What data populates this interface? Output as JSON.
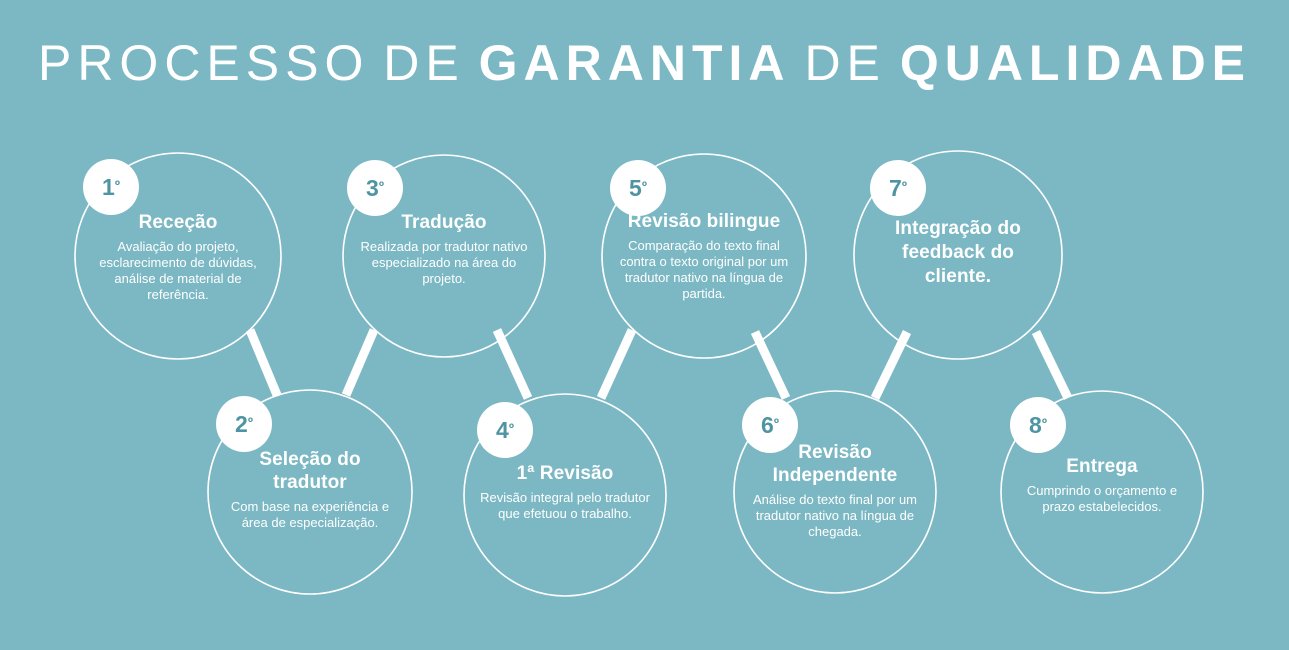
{
  "meta": {
    "background_color": "#7bb8c4",
    "accent_color": "#ffffff",
    "badge_text_color": "#4f94a3"
  },
  "header": {
    "title_full": "PROCESSO DE GARANTIA DE QUALIDADE",
    "part1": "PROCESSO",
    "part2": "DE",
    "part3": "GARANTIA",
    "part4": "DE",
    "part5": "QUALIDADE"
  },
  "steps": [
    {
      "badge": "1",
      "badge_suffix": "º",
      "title": "Receção",
      "body": "Avaliação do projeto, esclarecimento de dúvidas, análise de material de referência."
    },
    {
      "badge": "2",
      "badge_suffix": "º",
      "title": "Seleção do tradutor",
      "body": "Com base na experiência e área de especialização."
    },
    {
      "badge": "3",
      "badge_suffix": "º",
      "title": "Tradução",
      "body": "Realizada por tradutor nativo especializado na área do projeto."
    },
    {
      "badge": "4",
      "badge_suffix": "º",
      "title": "1ª Revisão",
      "body": "Revisão integral pelo tradutor que efetuou o trabalho."
    },
    {
      "badge": "5",
      "badge_suffix": "º",
      "title": "Revisão bilingue",
      "body": "Comparação do texto final contra o texto original por um tradutor nativo na língua de partida."
    },
    {
      "badge": "6",
      "badge_suffix": "º",
      "title": "Revisão Independente",
      "body": "Análise do texto final por um tradutor nativo na língua de chegada."
    },
    {
      "badge": "7",
      "badge_suffix": "º",
      "title": "Integração do feedback do cliente.",
      "body": ""
    },
    {
      "badge": "8",
      "badge_suffix": "º",
      "title": "Entrega",
      "body": "Cumprindo o orçamento e prazo estabelecidos."
    }
  ]
}
